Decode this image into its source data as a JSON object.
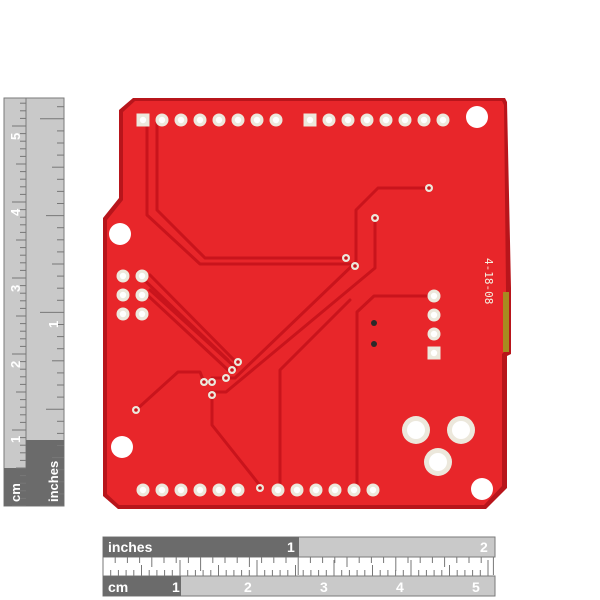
{
  "colors": {
    "board": "#e8262a",
    "board_edge": "#b8151b",
    "trace": "#c9141c",
    "pad_ring": "#ece8dc",
    "ruler_fill": "#c9c9c9",
    "ruler_dark": "#6b6b6b"
  },
  "board": {
    "revision_label": "4-18-08"
  },
  "rulers": {
    "bottom_inches": {
      "unit": "inches",
      "ticks": [
        "1",
        "2"
      ]
    },
    "bottom_cm": {
      "unit": "cm",
      "ticks": [
        "1",
        "2",
        "3",
        "4",
        "5"
      ]
    },
    "left_cm": {
      "unit": "cm",
      "ticks": [
        "1",
        "2",
        "3",
        "4",
        "5"
      ]
    },
    "left_inches": {
      "unit": "inches",
      "ticks": [
        "1"
      ]
    }
  }
}
